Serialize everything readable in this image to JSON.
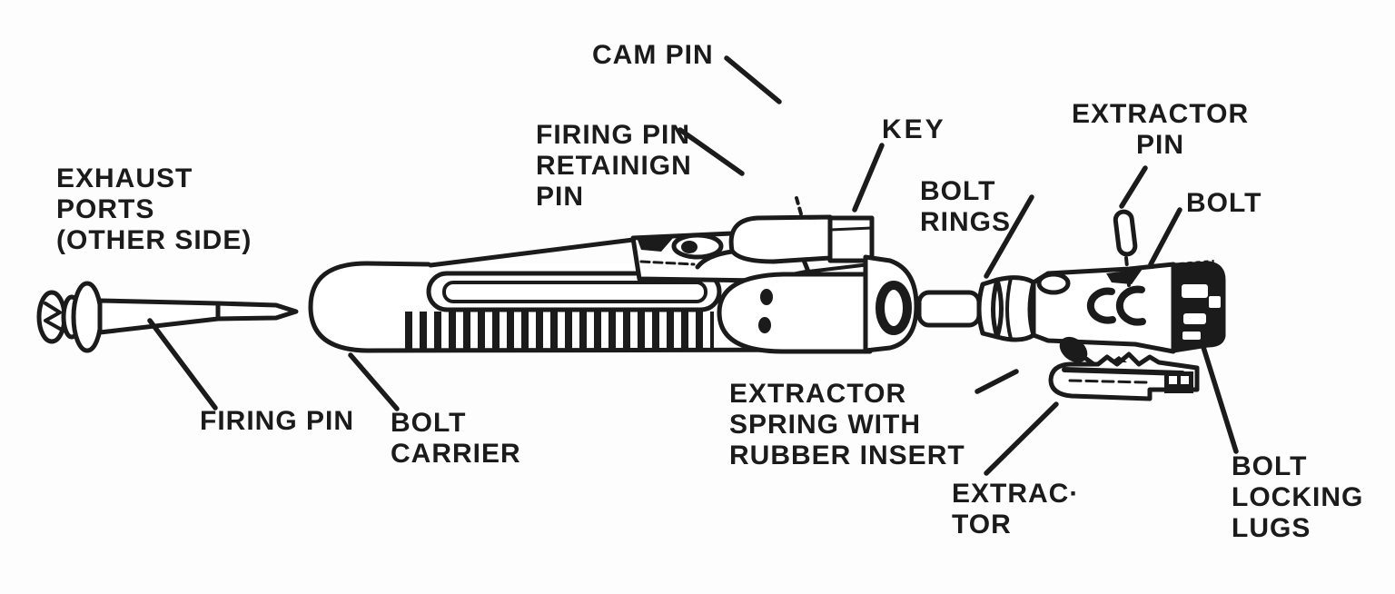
{
  "canvas": {
    "background": "#fdfdfd",
    "ink": "#1b1b1b"
  },
  "labels": {
    "exhaust_ports": {
      "text": "EXHAUST\nPORTS\n(OTHER SIDE)"
    },
    "cam_pin": {
      "text": "CAM PIN"
    },
    "firing_pin_retaining_pin": {
      "text": "FIRING PIN\nRETAINIGN\nPIN"
    },
    "key": {
      "text": "KEY"
    },
    "bolt_rings": {
      "text": "BOLT\nRINGS"
    },
    "extractor_pin": {
      "text": "EXTRACTOR\nPIN"
    },
    "bolt": {
      "text": "BOLT"
    },
    "firing_pin": {
      "text": "FIRING PIN"
    },
    "bolt_carrier": {
      "text": "BOLT\nCARRIER"
    },
    "extractor_spring": {
      "text": "EXTRACTOR\nSPRING WITH\nRUBBER INSERT"
    },
    "extractor": {
      "text": "EXTRAC·\nTOR"
    },
    "bolt_locking_lugs": {
      "text": "BOLT\nLOCKING\nLUGS"
    }
  }
}
